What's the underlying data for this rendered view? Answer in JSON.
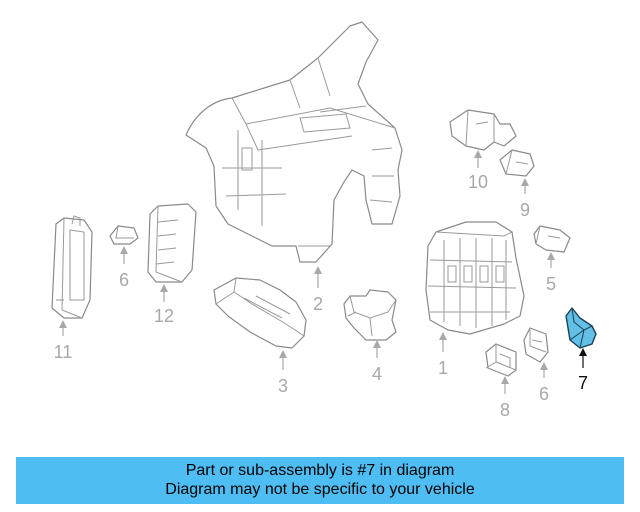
{
  "callouts": [
    "1",
    "2",
    "3",
    "4",
    "5",
    "6",
    "6",
    "7",
    "8",
    "9",
    "10",
    "11",
    "12"
  ],
  "highlight_callout": "7",
  "colors": {
    "highlight_fill": "#62bfe6",
    "banner": "#4dbdf3",
    "callout_gray": "#a8a8a8"
  },
  "banner": {
    "line1": "Part or sub-assembly is #7 in diagram",
    "line2": "Diagram may not be specific to your vehicle"
  }
}
